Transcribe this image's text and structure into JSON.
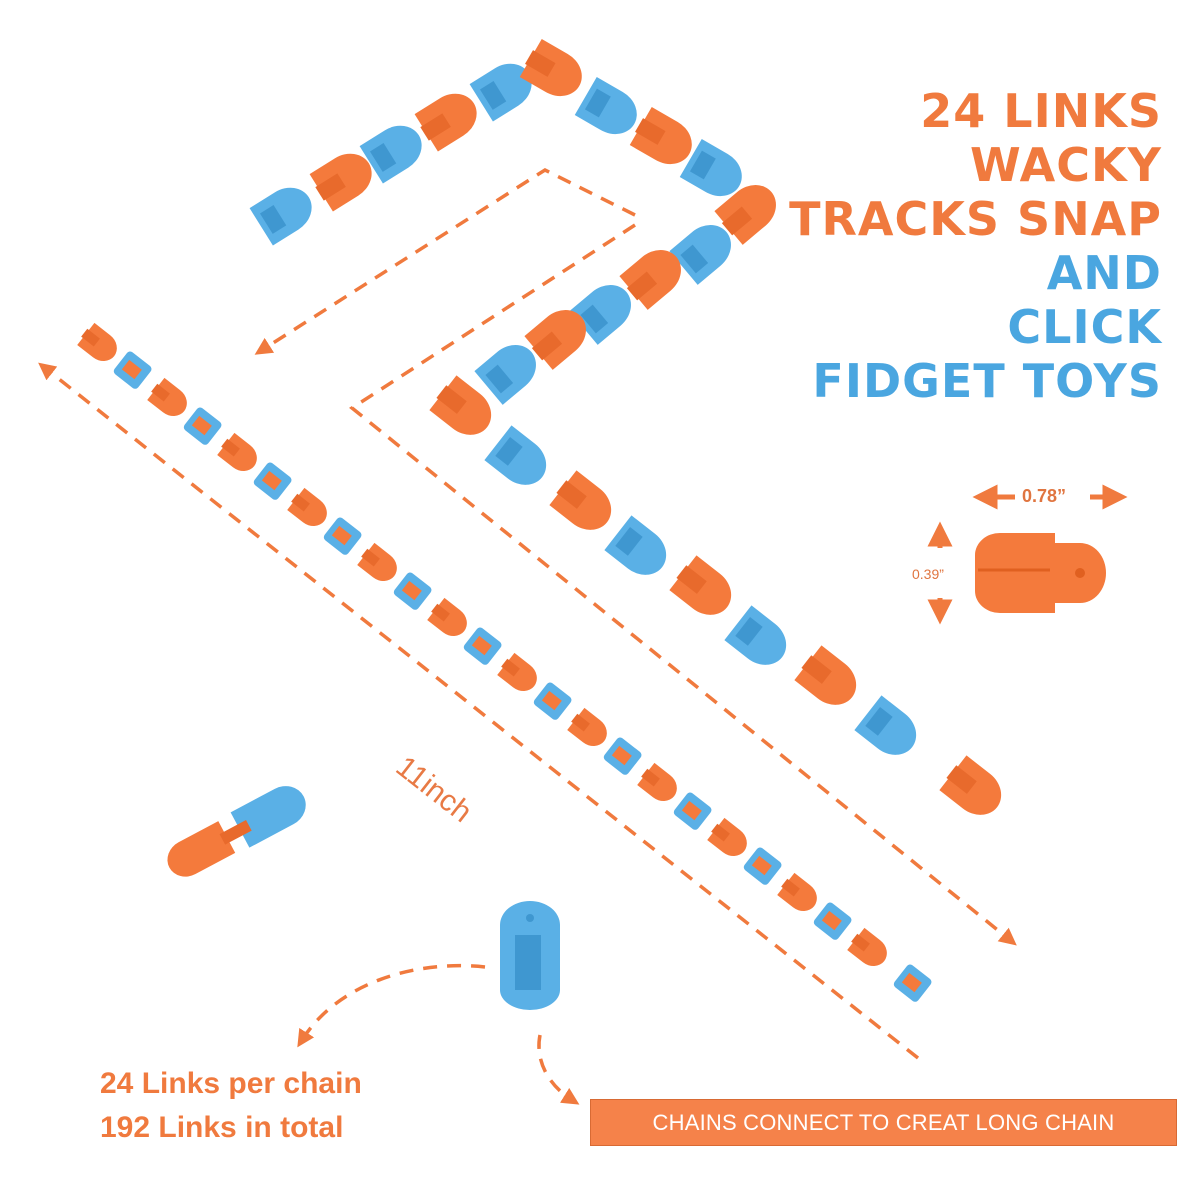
{
  "headline": {
    "lines": [
      {
        "text": "24 LINKS",
        "color": "#f07a3e"
      },
      {
        "text": "WACKY",
        "color": "#f07a3e"
      },
      {
        "text": "TRACKS SNAP",
        "color": "#f07a3e"
      },
      {
        "text": "AND",
        "color": "#4aa6e0"
      },
      {
        "text": "CLICK",
        "color": "#4aa6e0"
      },
      {
        "text": "FIDGET TOYS",
        "color": "#4aa6e0"
      }
    ]
  },
  "dimensions": {
    "link_width": "0.78”",
    "link_height": "0.39”",
    "chain_length": "11inch"
  },
  "counts": {
    "per_chain": "24 Links per chain",
    "total": "192 Links in total"
  },
  "banner": {
    "text": "CHAINS CONNECT TO CREAT LONG CHAIN"
  },
  "colors": {
    "orange": "#f47a3c",
    "blue": "#5ab0e6",
    "accent_text": "#f07a3e",
    "banner_bg": "#f5824a"
  }
}
